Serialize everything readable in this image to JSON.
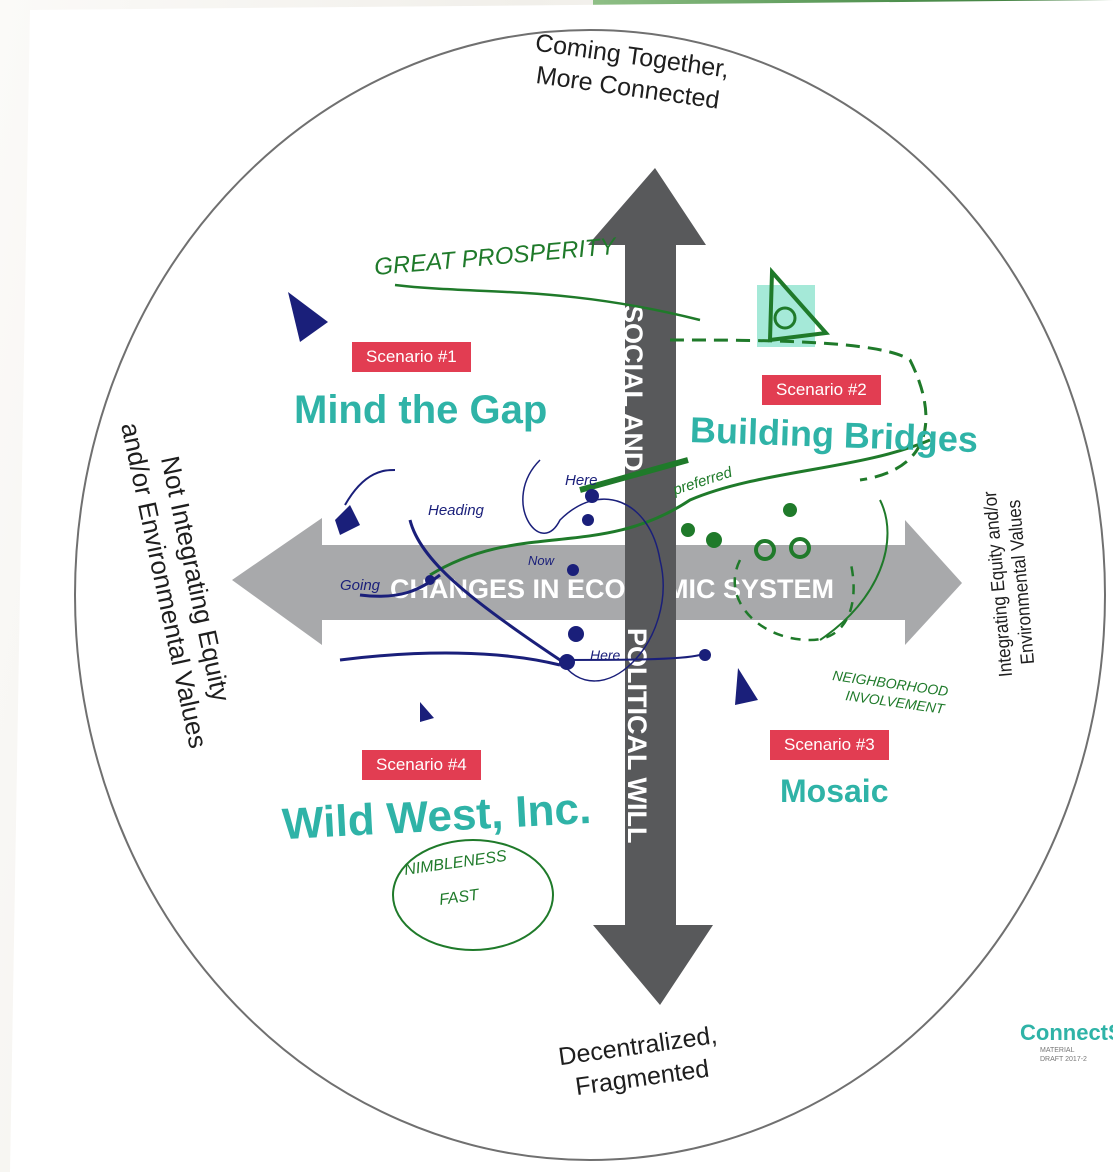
{
  "poster": {
    "top_label_line1": "Coming Together,",
    "top_label_line2": "More Connected",
    "bottom_label_line1": "Decentralized,",
    "bottom_label_line2": "Fragmented",
    "left_label_line1": "Not Integrating Equity",
    "left_label_line2": "and/or Environmental Values",
    "right_label_line1": "Integrating Equity and/or",
    "right_label_line2": "Environmental Values",
    "vertical_axis_top": "SOCIAL AND",
    "vertical_axis_bottom": "POLITICAL WILL",
    "horizontal_axis": "CHANGES IN ECONOMIC SYSTEM",
    "logo_text": "ConnectS",
    "logo_sub_line1": "MATERIAL",
    "logo_sub_line2": "DRAFT 2017-2"
  },
  "scenarios": [
    {
      "badge": "Scenario #1",
      "title": "Mind the Gap"
    },
    {
      "badge": "Scenario #2",
      "title": "Building Bridges"
    },
    {
      "badge": "Scenario #3",
      "title": "Mosaic"
    },
    {
      "badge": "Scenario #4",
      "title": "Wild West, Inc."
    }
  ],
  "handwriting": {
    "great_prosperity": "GREAT PROSPERITY",
    "here_1": "Here",
    "here_2": "Here",
    "heading": "Heading",
    "going": "Going",
    "now": "Now",
    "preferred": "preferred",
    "neighborhood": "NEIGHBORHOOD",
    "involvement": "INVOLVEMENT",
    "nimbleness": "NIMBLENESS",
    "fast": "FAST"
  },
  "colors": {
    "accent_teal": "#2fb3a7",
    "badge_red": "#e23d52",
    "arrow_dark": "#58595b",
    "arrow_light": "#a8a9ab",
    "marker_blue": "#1a1f7a",
    "marker_green": "#1f7a2a"
  }
}
